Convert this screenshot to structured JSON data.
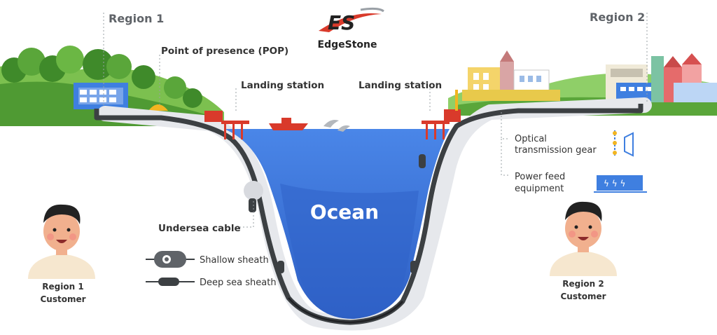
{
  "brand": {
    "logo_letters": "ES",
    "name": "EdgeStone"
  },
  "regions": {
    "left": "Region 1",
    "right": "Region 2"
  },
  "labels": {
    "pop": "Point of presence (POP)",
    "landing_left": "Landing station",
    "landing_right": "Landing station",
    "optical_line1": "Optical",
    "optical_line2": "transmission gear",
    "power_line1": "Power feed",
    "power_line2": "equipment",
    "undersea_cable": "Undersea cable",
    "ocean": "Ocean"
  },
  "legend": {
    "shallow": "Shallow sheath",
    "deep": "Deep sea sheath"
  },
  "customers": {
    "left_line1": "Region 1",
    "left_line2": "Customer",
    "right_line1": "Region 2",
    "right_line2": "Customer"
  },
  "colors": {
    "ocean_light": "#4a86e8",
    "ocean_dark": "#2f62c8",
    "cable": "#3c4043",
    "grass": "#5aa63a",
    "building_blue": "#3f7fe0",
    "red_structure": "#d93a2b"
  }
}
